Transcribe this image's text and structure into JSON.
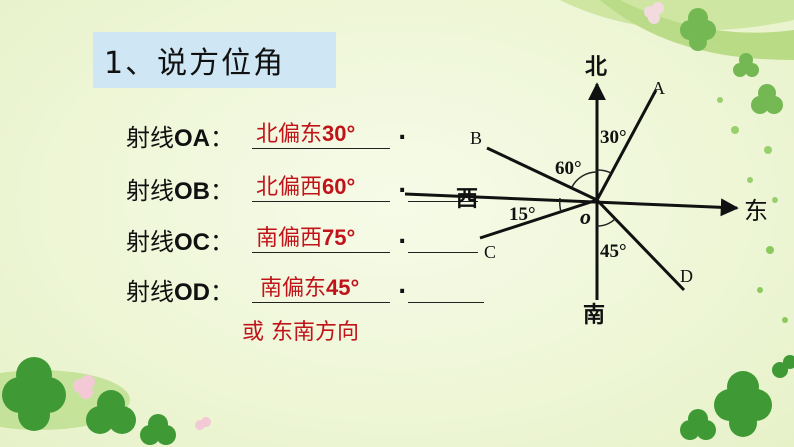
{
  "title": "1、说方位角",
  "rows": [
    {
      "label_cn": "射线",
      "label_en": "OA",
      "colon": "：",
      "answer_cn": "北偏东",
      "answer_num": "30°",
      "dot": "."
    },
    {
      "label_cn": "射线",
      "label_en": "OB",
      "colon": "：",
      "answer_cn": "北偏西",
      "answer_num": "60°",
      "dot": "."
    },
    {
      "label_cn": "射线",
      "label_en": "OC",
      "colon": "：",
      "answer_cn": "南偏西",
      "answer_num": "75°",
      "dot": "."
    },
    {
      "label_cn": "射线",
      "label_en": "OD",
      "colon": "：",
      "answer_cn": "南偏东",
      "answer_num": "45°",
      "dot": "."
    }
  ],
  "alt_answer": "或 东南方向",
  "diagram": {
    "north": "北",
    "south": "南",
    "east": "东",
    "west": "西",
    "origin": "o",
    "point_a": "A",
    "point_b": "B",
    "point_c": "C",
    "point_d": "D",
    "angle_oa": "30°",
    "angle_ob": "60°",
    "angle_oc": "15°",
    "angle_od": "45°"
  },
  "colors": {
    "answer": "#c0141a",
    "title_bg": "#cfe7f4",
    "background": "#eef6d8"
  }
}
